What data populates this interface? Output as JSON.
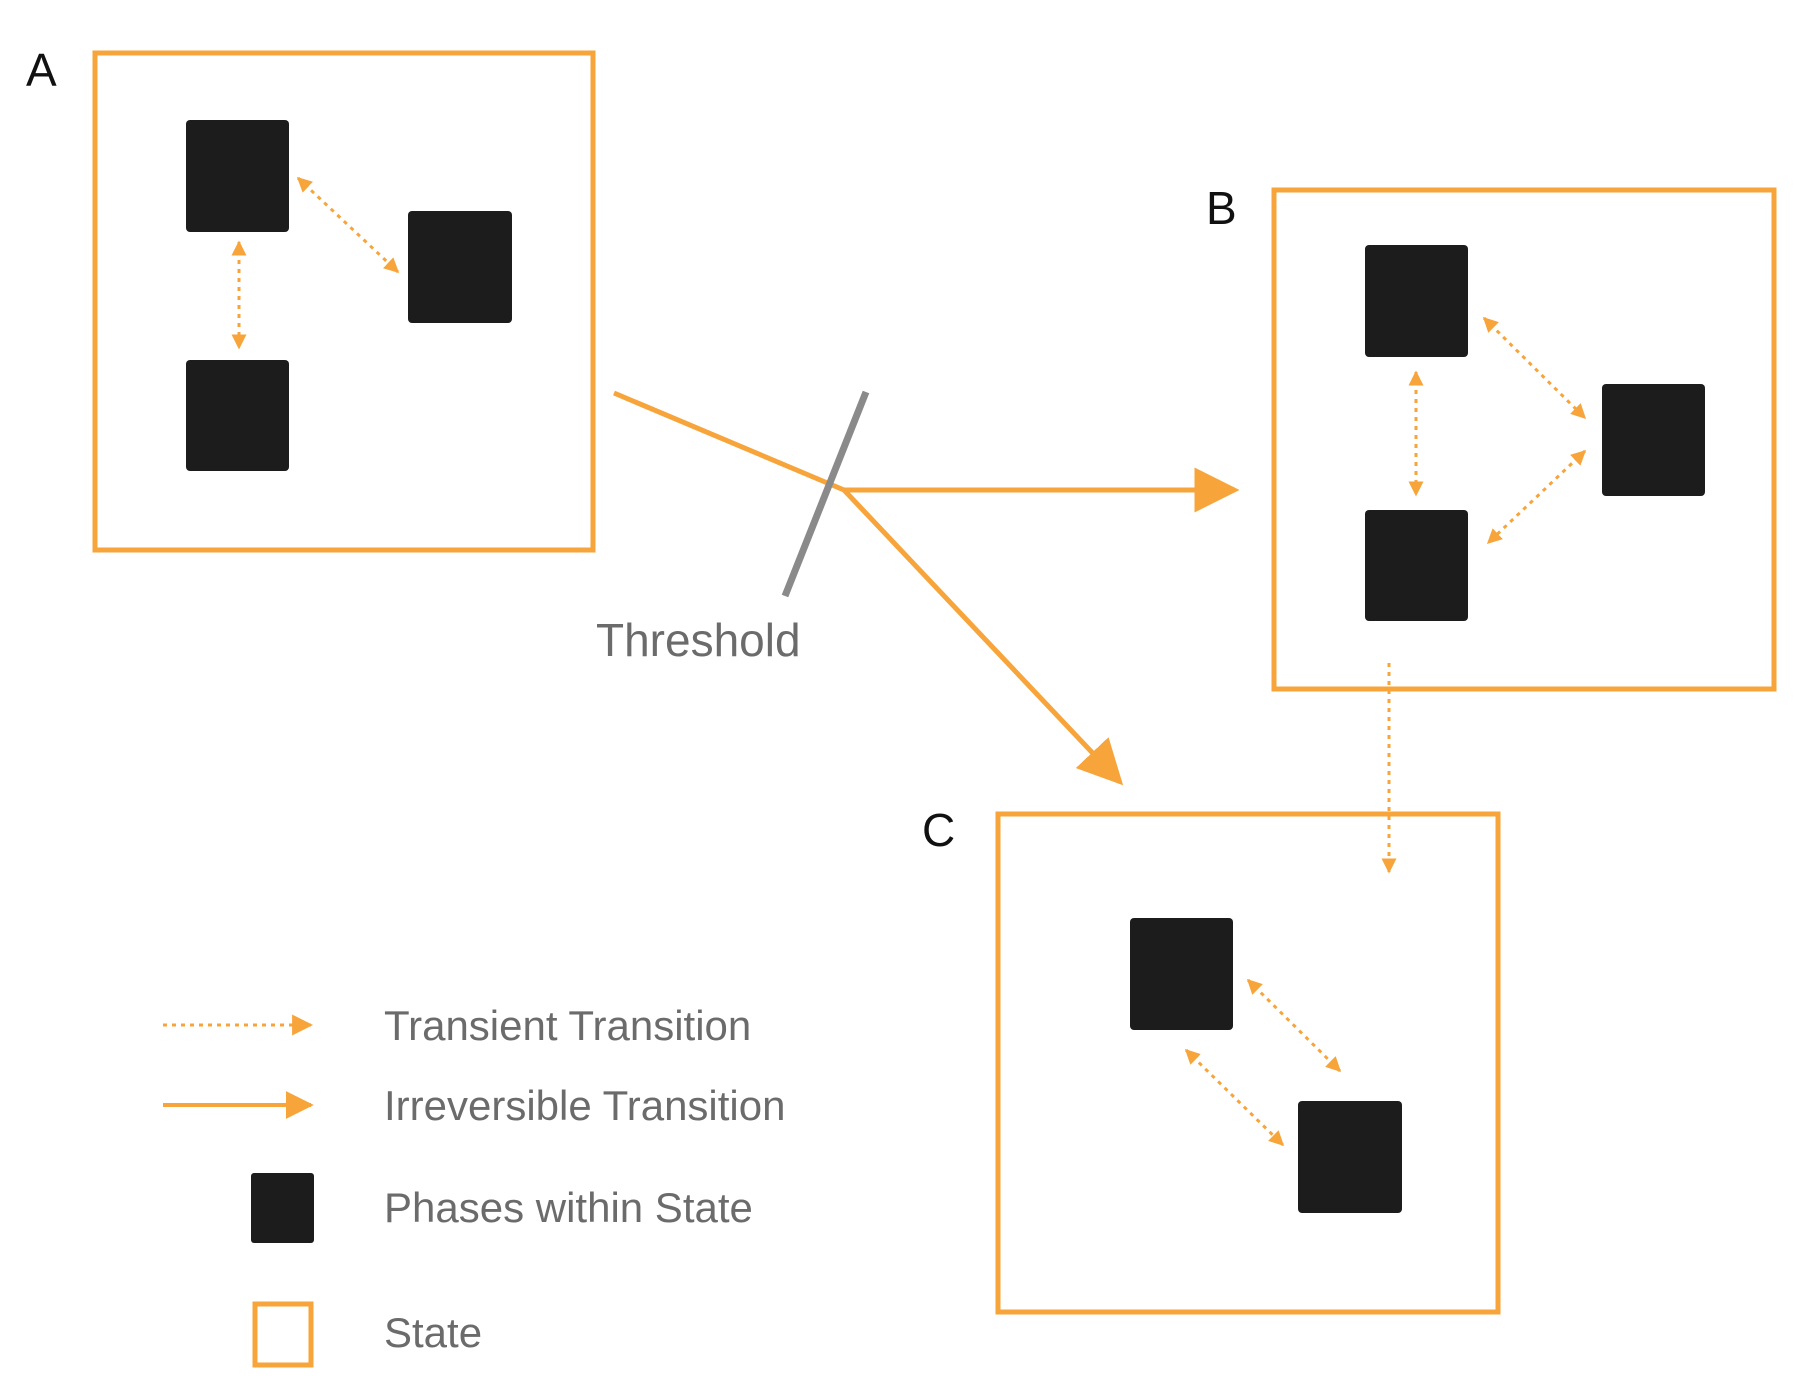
{
  "states": {
    "a_label": "A",
    "b_label": "B",
    "c_label": "C"
  },
  "threshold_label": "Threshold",
  "legend": {
    "transient": "Transient Transition",
    "irreversible": "Irreversible Transition",
    "phases": "Phases within State",
    "state": "State"
  },
  "colors": {
    "state_orange": "#F7A43A",
    "phase_black": "#1c1c1c",
    "threshold_gray": "#8a8a8a",
    "text_gray": "#6b6b6b"
  }
}
